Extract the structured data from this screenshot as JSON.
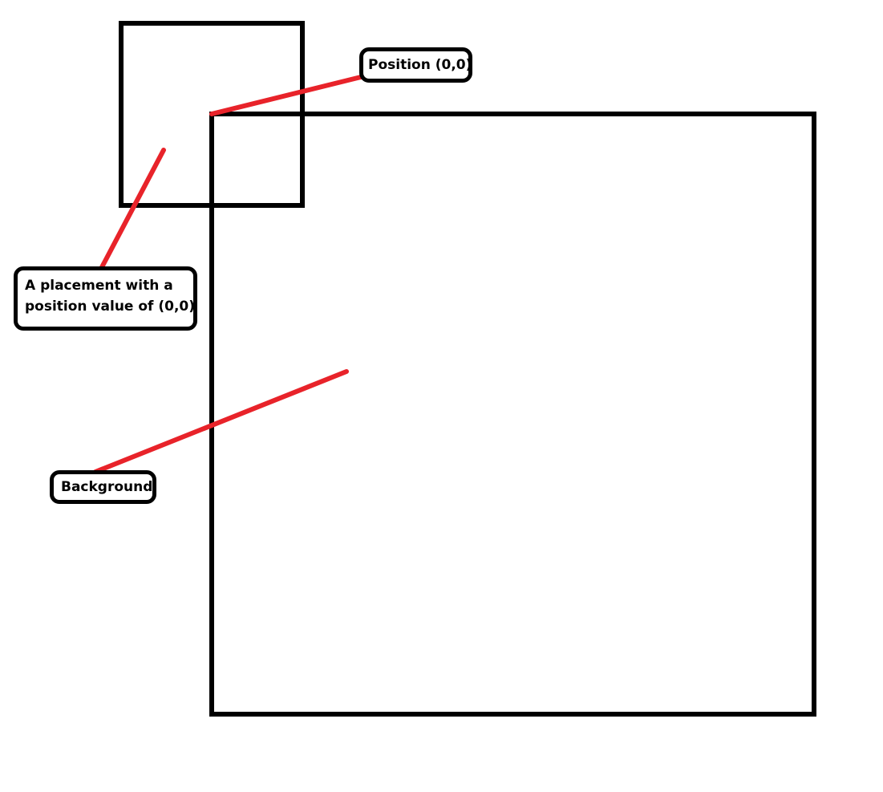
{
  "callouts": {
    "position": "Position (0,0)",
    "placement": [
      "A placement with a",
      "position value of (0,0)"
    ],
    "background": "Background"
  },
  "colors": {
    "outline": "#000000",
    "leader": "#e8232a",
    "background": "#ffffff"
  }
}
